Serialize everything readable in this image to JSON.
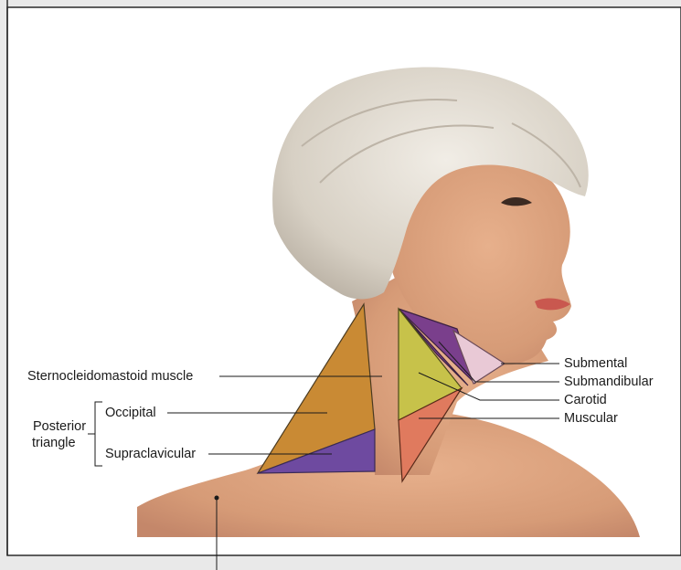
{
  "labels": {
    "sternocleidomastoid": "Sternocleidomastoid muscle",
    "posterior_triangle": "Posterior\ntriangle",
    "posterior_triangle_line1": "Posterior",
    "posterior_triangle_line2": "triangle",
    "occipital": "Occipital",
    "supraclavicular": "Supraclavicular",
    "submental": "Submental",
    "submandibular": "Submandibular",
    "carotid": "Carotid",
    "muscular": "Muscular"
  },
  "colors": {
    "page_background": "#e9e9e9",
    "panel_background": "#ffffff",
    "skin": "#d9a07d",
    "skin_shadow": "#c48562",
    "hair": "#d8d2c8",
    "occipital_triangle": "#c98a34",
    "supraclavicular_triangle": "#6e4aa0",
    "submandibular_triangle": "#7a3f8c",
    "submental_triangle": "#e9c9d6",
    "carotid_triangle": "#c7c24a",
    "muscular_triangle": "#e07a5e"
  },
  "icons": {
    "figure": "anatomical-neck-photo"
  }
}
